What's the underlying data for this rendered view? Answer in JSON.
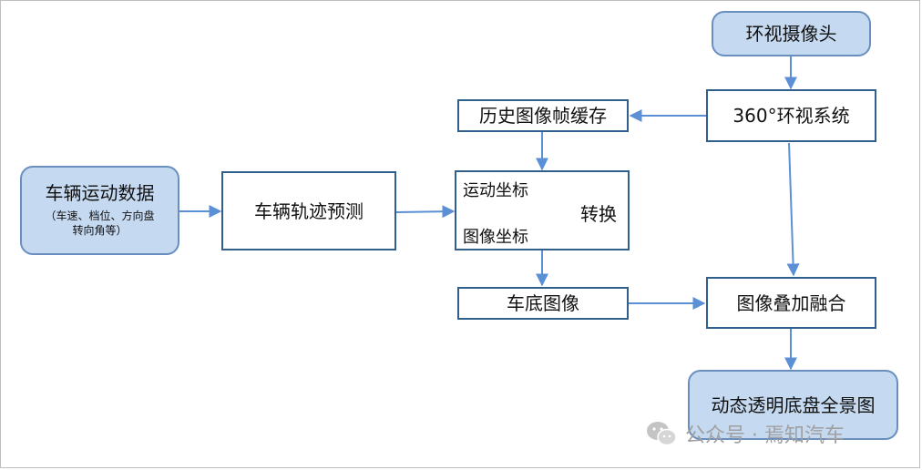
{
  "nodes": {
    "surround_camera": "环视摄像头",
    "surround_system": "360°环视系统",
    "history_buffer": "历史图像帧缓存",
    "vehicle_data": {
      "title": "车辆运动数据",
      "sub1": "（车速、档位、方向盘",
      "sub2": "转向角等）"
    },
    "trajectory": "车辆轨迹预测",
    "motion_coord": "运动坐标",
    "image_coord": "图像坐标",
    "convert": "转换",
    "under_image": "车底图像",
    "overlay": "图像叠加融合",
    "output": "动态透明底盘全景图"
  },
  "watermark": {
    "text": "公众号 · 焉知汽车",
    "icon": "wechat-icon"
  },
  "colors": {
    "arrow": "#5b8fd6",
    "rounded_fill": "#c5d9f1",
    "rect_border": "#2f5f8a"
  }
}
